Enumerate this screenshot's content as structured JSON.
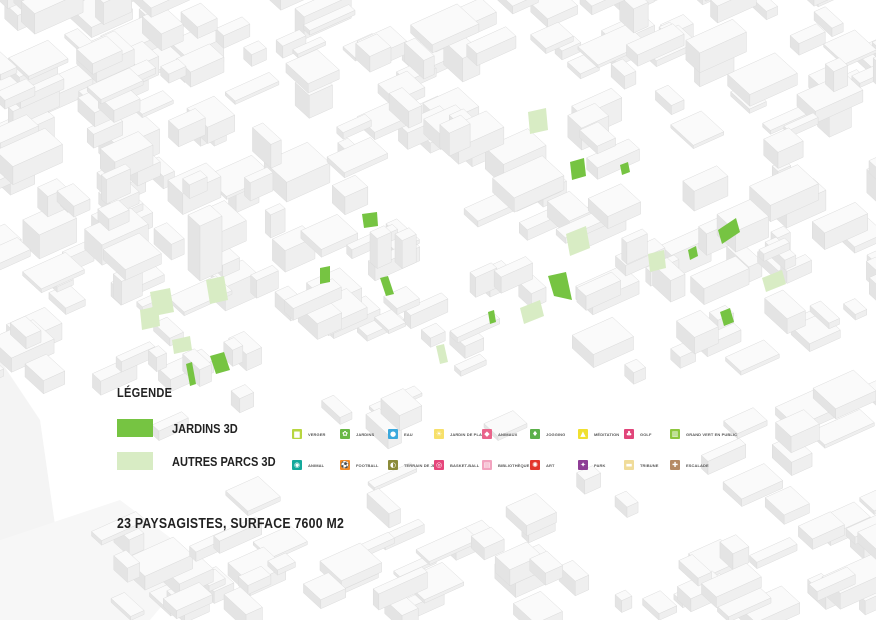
{
  "legend": {
    "title": "LÉGENDE",
    "jardins_label": "JARDINS 3D",
    "autres_label": "AUTRES PARCS 3D",
    "jardins_color": "#76c442",
    "autres_color": "#d8ecc4"
  },
  "summary": "23 PAYSAGISTES, SURFACE 7600 M2",
  "icons": [
    {
      "name": "grass-icon",
      "label": "VERGER",
      "color": "#b8d640",
      "glyph": "▆"
    },
    {
      "name": "plant-icon",
      "label": "JARDINS",
      "color": "#69b845",
      "glyph": "✿"
    },
    {
      "name": "water-icon",
      "label": "EAU",
      "color": "#3aa8dc",
      "glyph": "●"
    },
    {
      "name": "sun-icon",
      "label": "JARDIN DE PLAISIR",
      "color": "#f7e06a",
      "glyph": "☀"
    },
    {
      "name": "animal-icon",
      "label": "ANIMAUX",
      "color": "#e9648a",
      "glyph": "◆"
    },
    {
      "name": "running-icon",
      "label": "JOGGING",
      "color": "#5bb04a",
      "glyph": "♦"
    },
    {
      "name": "meditation-icon",
      "label": "MÉDITATION",
      "color": "#f0e030",
      "glyph": "▲"
    },
    {
      "name": "golf-icon",
      "label": "GOLF",
      "color": "#e1457a",
      "glyph": "♣"
    },
    {
      "name": "gallery-icon",
      "label": "GRAND VERT EN PUBLIC",
      "color": "#8dc63f",
      "glyph": "▥"
    },
    {
      "name": "wheelchair-icon",
      "label": "ANIMAL",
      "color": "#14a99c",
      "glyph": "◉"
    },
    {
      "name": "football-icon",
      "label": "FOOTBALL",
      "color": "#f28a24",
      "glyph": "⚽"
    },
    {
      "name": "field-icon",
      "label": "TERRAIN DE JEUX",
      "color": "#8b8b3a",
      "glyph": "◐"
    },
    {
      "name": "basketball-icon",
      "label": "BASKET-BALL",
      "color": "#e6457b",
      "glyph": "◎"
    },
    {
      "name": "library-icon",
      "label": "BIBLIOTHÈQUE",
      "color": "#f2a3bf",
      "glyph": "▤"
    },
    {
      "name": "art-icon",
      "label": "ART",
      "color": "#e2362d",
      "glyph": "✺"
    },
    {
      "name": "parkour-icon",
      "label": "PARK",
      "color": "#8e3d96",
      "glyph": "✦"
    },
    {
      "name": "lounge-icon",
      "label": "TRIBUNE",
      "color": "#f0dc9a",
      "glyph": "▬"
    },
    {
      "name": "climbing-icon",
      "label": "ESCALADE",
      "color": "#b58a64",
      "glyph": "✚"
    }
  ]
}
